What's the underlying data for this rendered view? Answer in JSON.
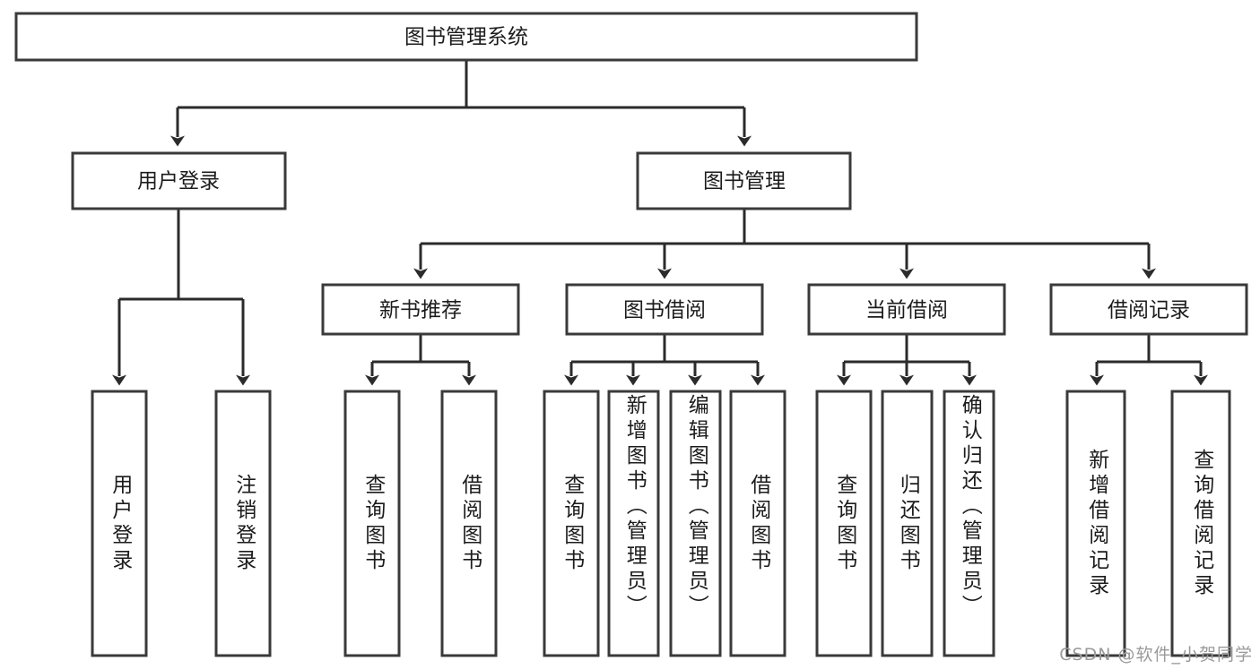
{
  "diagram": {
    "type": "tree-hierarchy",
    "title": "图书管理系统",
    "background_color": "#ffffff",
    "box_stroke_color": "#3a3a3a",
    "connector_color": "#2b2b2b",
    "text_color": "#1c1c1c",
    "root": {
      "label": "图书管理系统"
    },
    "level2": [
      {
        "label": "用户登录"
      },
      {
        "label": "图书管理"
      }
    ],
    "level3": [
      {
        "label": "新书推荐"
      },
      {
        "label": "图书借阅"
      },
      {
        "label": "当前借阅"
      },
      {
        "label": "借阅记录"
      }
    ],
    "leaves": {
      "user_login": [
        {
          "label": "用户登录"
        },
        {
          "label": "注销登录"
        }
      ],
      "new_book_recommend": [
        {
          "label": "查询图书"
        },
        {
          "label": "借阅图书"
        }
      ],
      "book_borrow": [
        {
          "label": "查询图书"
        },
        {
          "label": "新增图书（管理员）"
        },
        {
          "label": "编辑图书（管理员）"
        },
        {
          "label": "借阅图书"
        }
      ],
      "current_borrow": [
        {
          "label": "查询图书"
        },
        {
          "label": "归还图书"
        },
        {
          "label": "确认归还（管理员）"
        }
      ],
      "borrow_record": [
        {
          "label": "新增借阅记录"
        },
        {
          "label": "查询借阅记录"
        }
      ]
    }
  },
  "watermark": {
    "text": "CSDN @软件_小贺同学"
  }
}
